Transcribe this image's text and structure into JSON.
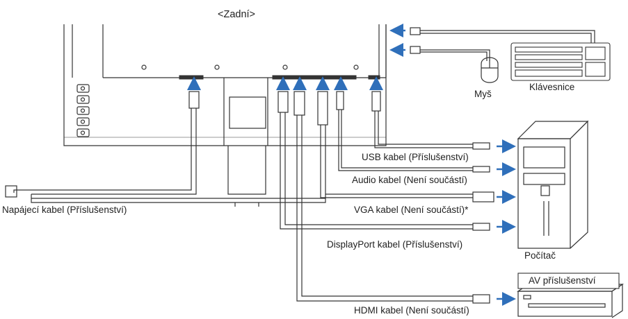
{
  "title": "<Zadní>",
  "devices": {
    "mouse": "Myš",
    "keyboard": "Klávesnice",
    "computer": "Počítač",
    "av_equipment": "AV příslušenství"
  },
  "cables": {
    "usb": "USB kabel (Příslušenství)",
    "audio": "Audio kabel (Není součástí)",
    "vga": "VGA kabel (Není součástí)*",
    "displayport": "DisplayPort kabel (Příslušenství)",
    "hdmi": "HDMI kabel (Není součástí)",
    "power": "Napájecí kabel (Příslušenství)"
  },
  "colors": {
    "arrow": "#2f6fba",
    "line": "#333333"
  }
}
